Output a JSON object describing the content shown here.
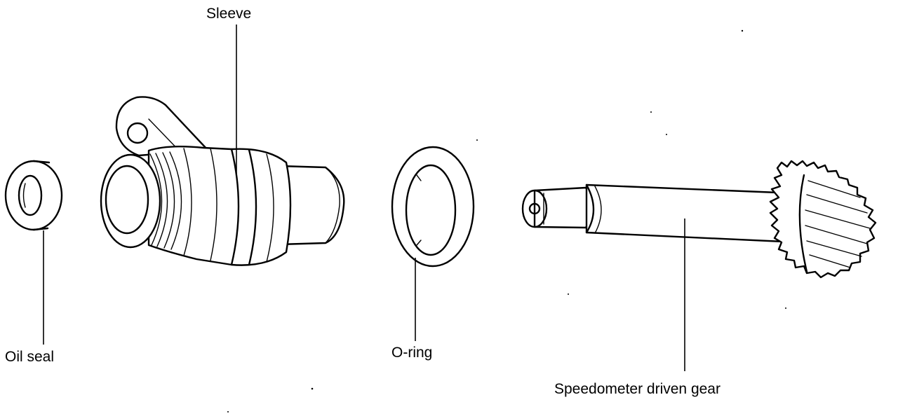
{
  "labels": {
    "sleeve": "Sleeve",
    "oil_seal": "Oil seal",
    "o_ring": "O-ring",
    "driven_gear": "Speedometer driven gear"
  },
  "colors": {
    "ink": "#000000",
    "paper": "#ffffff"
  }
}
